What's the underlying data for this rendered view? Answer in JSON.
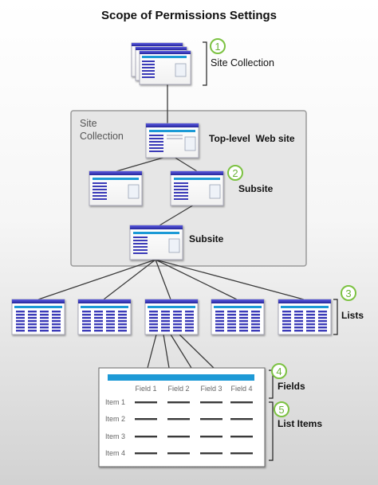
{
  "title": "Scope of Permissions Settings",
  "callouts": [
    {
      "number": "1",
      "label": "Site Collection"
    },
    {
      "number": "2",
      "label": "Subsite"
    },
    {
      "number": "3",
      "label": "Lists"
    },
    {
      "number": "4",
      "label": "Fields"
    },
    {
      "number": "5",
      "label": "List Items"
    }
  ],
  "site_collection_box_label": "Site\nCollection",
  "nodes": {
    "top_level_site": "Top-level  Web site",
    "subsite_lower": "Subsite"
  },
  "list_detail": {
    "fields": [
      "Field 1",
      "Field 2",
      "Field 3",
      "Field 4"
    ],
    "items": [
      "Item 1",
      "Item 2",
      "Item 3",
      "Item 4"
    ]
  },
  "colors": {
    "accent_blue": "#2b2ba8",
    "header_cyan": "#1e9ad6",
    "callout_green": "#7cc242",
    "box_fill": "#e6e6e6",
    "box_border": "#9a9a9a"
  }
}
